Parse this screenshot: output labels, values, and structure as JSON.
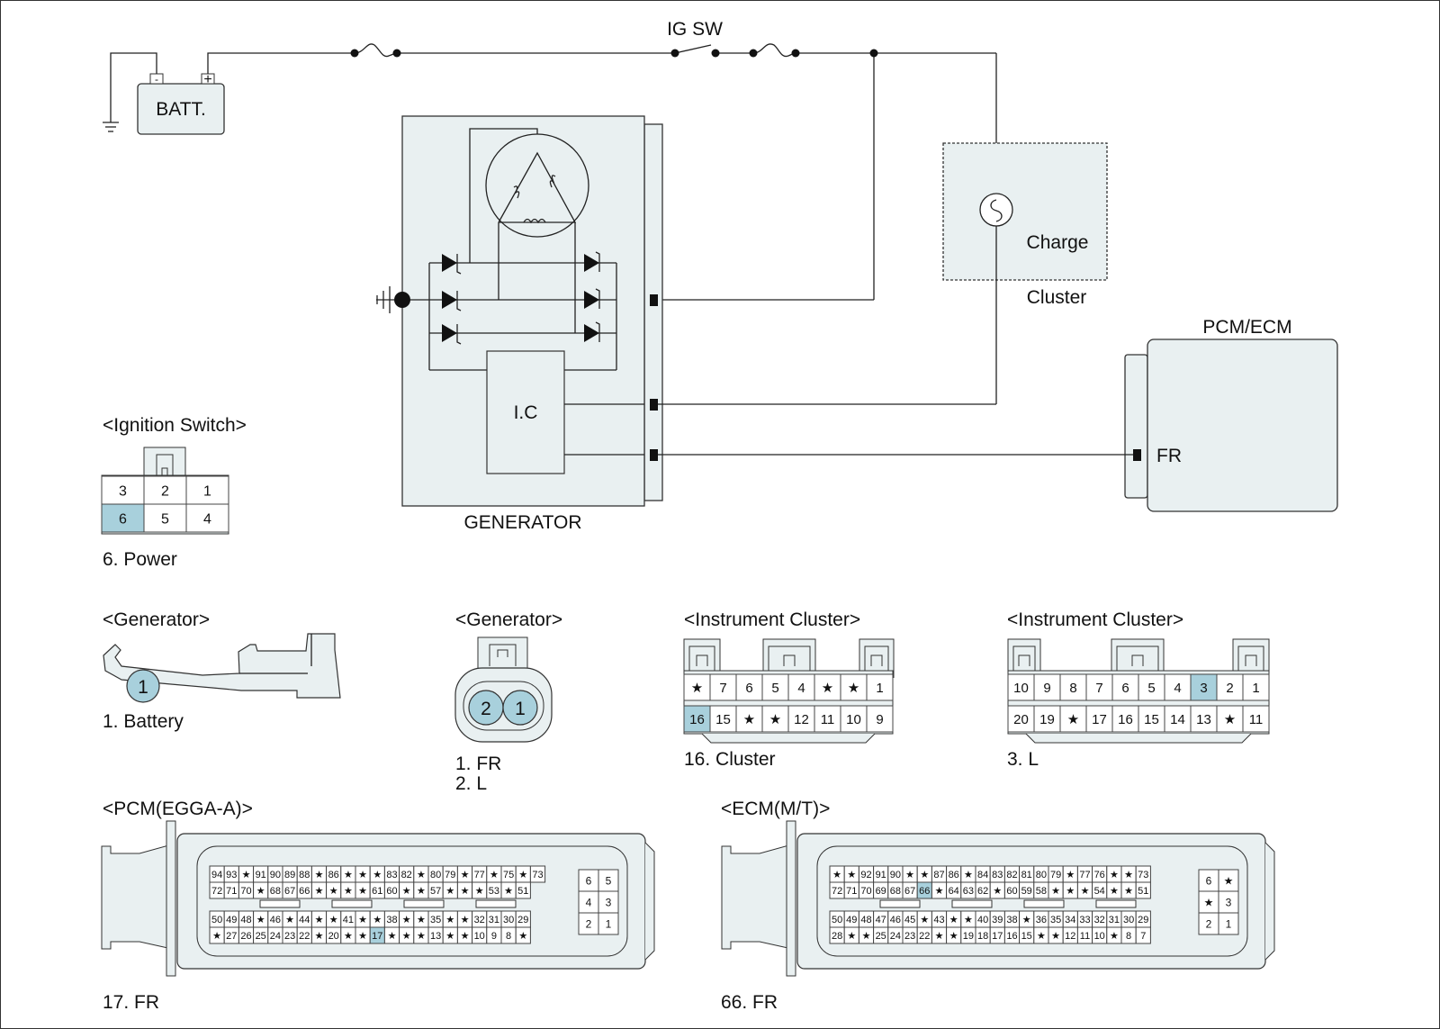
{
  "circuit": {
    "ig_sw_label": "IG SW",
    "battery_label": "BATT.",
    "battery_neg": "-",
    "battery_pos": "+",
    "generator_label": "GENERATOR",
    "ic_label": "I.C",
    "cluster_lamp_label": "Charge",
    "cluster_label": "Cluster",
    "pcm_label": "PCM/ECM",
    "pcm_pin_label": "FR"
  },
  "connectors": {
    "ignition_switch": {
      "title": "<Ignition Switch>",
      "top_row": [
        "3",
        "2",
        "1"
      ],
      "bottom_row": [
        "6",
        "5",
        "4"
      ],
      "highlight": "6",
      "caption": "6. Power"
    },
    "generator_battery": {
      "title": "<Generator>",
      "pin": "1",
      "caption": "1. Battery"
    },
    "generator_plug": {
      "title": "<Generator>",
      "pins": [
        "2",
        "1"
      ],
      "caption_1": "1. FR",
      "caption_2": "2. L"
    },
    "cluster_a": {
      "title": "<Instrument Cluster>",
      "top_row": [
        "★",
        "7",
        "6",
        "5",
        "4",
        "★",
        "★",
        "1"
      ],
      "bottom_row": [
        "16",
        "15",
        "★",
        "★",
        "12",
        "11",
        "10",
        "9"
      ],
      "highlight": "16",
      "caption": "16. Cluster"
    },
    "cluster_b": {
      "title": "<Instrument Cluster>",
      "top_row": [
        "10",
        "9",
        "8",
        "7",
        "6",
        "5",
        "4",
        "3",
        "2",
        "1"
      ],
      "bottom_row": [
        "20",
        "19",
        "★",
        "17",
        "16",
        "15",
        "14",
        "13",
        "★",
        "11"
      ],
      "highlight": "3",
      "caption": "3. L"
    },
    "pcm": {
      "title": "<PCM(EGGA-A)>",
      "rows": [
        [
          "94",
          "93",
          "★",
          "91",
          "90",
          "89",
          "88",
          "★",
          "86",
          "★",
          "★",
          "★",
          "83",
          "82",
          "★",
          "80",
          "79",
          "★",
          "77",
          "★",
          "75",
          "★",
          "73"
        ],
        [
          "72",
          "71",
          "70",
          "★",
          "68",
          "67",
          "66",
          "★",
          "★",
          "★",
          "★",
          "61",
          "60",
          "★",
          "★",
          "57",
          "★",
          "★",
          "★",
          "53",
          "★",
          "51"
        ],
        [
          "50",
          "49",
          "48",
          "★",
          "46",
          "★",
          "44",
          "★",
          "★",
          "41",
          "★",
          "★",
          "38",
          "★",
          "★",
          "35",
          "★",
          "★",
          "32",
          "31",
          "30",
          "29"
        ],
        [
          "★",
          "27",
          "26",
          "25",
          "24",
          "23",
          "22",
          "★",
          "20",
          "★",
          "★",
          "17",
          "★",
          "★",
          "★",
          "13",
          "★",
          "★",
          "10",
          "9",
          "8",
          "★"
        ]
      ],
      "side": [
        "6",
        "5",
        "4",
        "3",
        "2",
        "1"
      ],
      "highlight": "17",
      "caption": "17. FR"
    },
    "ecm": {
      "title": "<ECM(M/T)>",
      "rows": [
        [
          "★",
          "★",
          "92",
          "91",
          "90",
          "★",
          "★",
          "87",
          "86",
          "★",
          "84",
          "83",
          "82",
          "81",
          "80",
          "79",
          "★",
          "77",
          "76",
          "★",
          "★",
          "73"
        ],
        [
          "72",
          "71",
          "70",
          "69",
          "68",
          "67",
          "66",
          "★",
          "64",
          "63",
          "62",
          "★",
          "60",
          "59",
          "58",
          "★",
          "★",
          "★",
          "54",
          "★",
          "★",
          "51"
        ],
        [
          "50",
          "49",
          "48",
          "47",
          "46",
          "45",
          "★",
          "43",
          "★",
          "★",
          "40",
          "39",
          "38",
          "★",
          "36",
          "35",
          "34",
          "33",
          "32",
          "31",
          "30",
          "29"
        ],
        [
          "28",
          "★",
          "★",
          "25",
          "24",
          "23",
          "22",
          "★",
          "★",
          "19",
          "18",
          "17",
          "16",
          "15",
          "★",
          "★",
          "12",
          "11",
          "10",
          "★",
          "8",
          "7"
        ]
      ],
      "side": [
        "6",
        "★",
        "★",
        "3",
        "2",
        "1"
      ],
      "highlight": "66",
      "caption": "66. FR"
    }
  },
  "colors": {
    "highlight": "#a8d0dc",
    "body_fill": "#e9f0f1"
  }
}
